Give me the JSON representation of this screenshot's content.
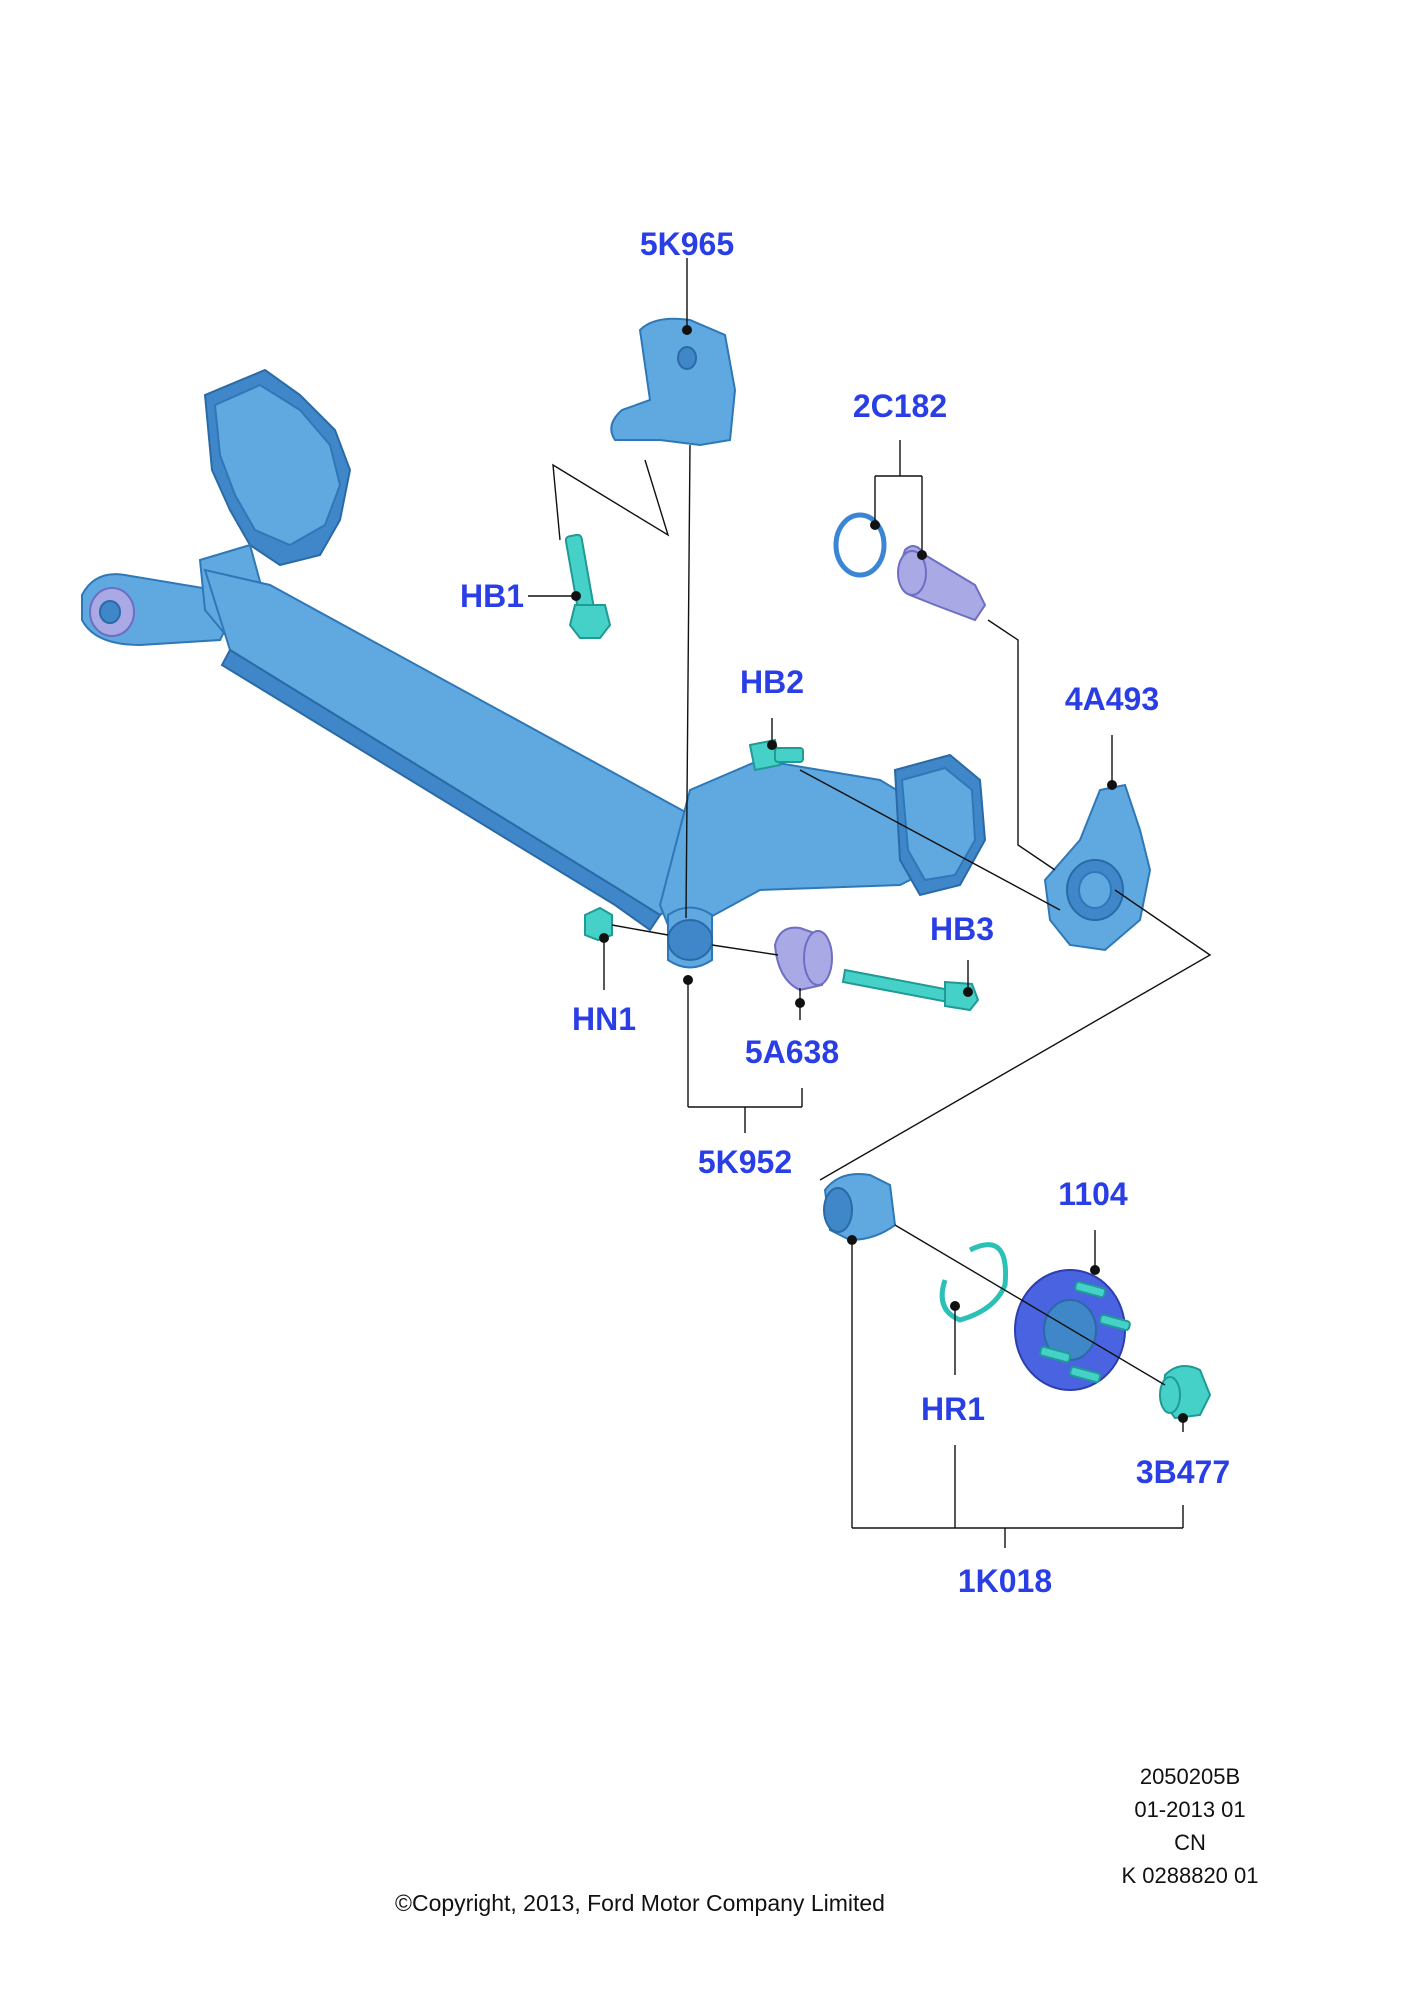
{
  "callouts": {
    "c5K965": "5K965",
    "c2C182": "2C182",
    "cHB1": "HB1",
    "cHB2": "HB2",
    "c4A493": "4A493",
    "cHB3": "HB3",
    "cHN1": "HN1",
    "c5A638": "5A638",
    "c5K952": "5K952",
    "c1104": "1104",
    "cHR1": "HR1",
    "c3B477": "3B477",
    "c1K018": "1K018"
  },
  "meta": {
    "ref": "2050205B",
    "date": "01-2013 01",
    "region": "CN",
    "code": "K 0288820 01"
  },
  "copyright": "©Copyright, 2013, Ford Motor Company Limited",
  "colors": {
    "callout": "#2a3ee6",
    "beam": "#5fa8e0",
    "bolt": "#46d1c8",
    "bushing": "#a9a9e6",
    "hub": "#4a63e0"
  }
}
